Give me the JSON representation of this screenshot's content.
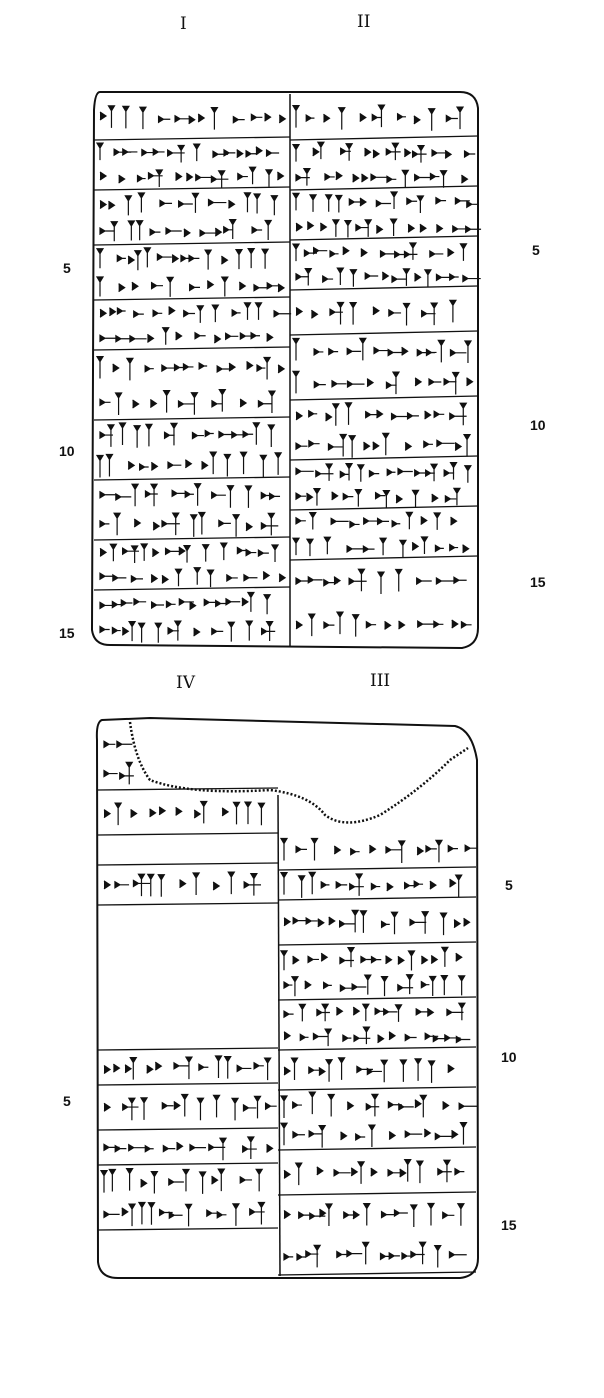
{
  "obverse": {
    "column_labels": [
      "I",
      "II"
    ],
    "left_line_numbers": [
      "5",
      "10",
      "15"
    ],
    "right_line_numbers": [
      "5",
      "10",
      "15"
    ]
  },
  "reverse": {
    "column_labels": [
      "IV",
      "III"
    ],
    "left_line_numbers": [
      "5"
    ],
    "right_line_numbers": [
      "5",
      "10",
      "15"
    ]
  },
  "colors": {
    "ink": "#111111",
    "paper": "#ffffff"
  }
}
